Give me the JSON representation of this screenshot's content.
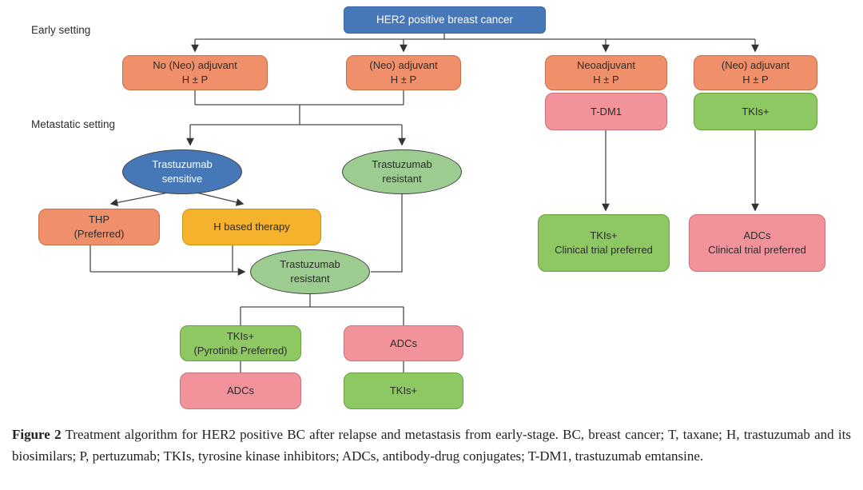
{
  "figure": {
    "labels": {
      "early": "Early setting",
      "metastatic": "Metastatic setting"
    },
    "nodes": {
      "root": "HER2 positive breast cancer",
      "no_neo_adjuvant": "No (Neo) adjuvant\nH ± P",
      "neo_adjuvant_mid": "(Neo) adjuvant\nH ± P",
      "neoadjuvant": "Neoadjuvant\nH ± P",
      "neo_adjuvant_right": "(Neo) adjuvant\nH ± P",
      "tdm1": "T-DM1",
      "tkis_top": "TKIs+",
      "trastuzumab_sensitive": "Trastuzumab\nsensitive",
      "trastuzumab_resistant_right": "Trastuzumab\nresistant",
      "thp_preferred": "THP\n(Preferred)",
      "h_based_therapy": "H based therapy",
      "trastuzumab_resistant_center": "Trastuzumab\nresistant",
      "tkis_pyrotinib": "TKIs+\n(Pyrotinib Preferred)",
      "adcs_under_tkis": "ADCs",
      "adcs_mid": "ADCs",
      "tkis_under_adcs": "TKIs+",
      "tkis_clinical_trial": "TKIs+\nClinical trial preferred",
      "adcs_clinical_trial": "ADCs\nClinical trial preferred"
    },
    "colors": {
      "blue": "#4678B8",
      "orange": "#F0906B",
      "pink": "#F2939B",
      "green": "#8EC863",
      "light_green_ellipse": "#9DCC90",
      "yellow": "#F5B22C",
      "line": "#4a4a4a"
    },
    "caption": {
      "label": "Figure 2",
      "text": " Treatment algorithm for HER2 positive BC after relapse and metastasis from early-stage. BC, breast cancer; T, taxane; H, trastuzumab and its biosimilars; P, pertuzumab; TKIs, tyrosine kinase inhibitors; ADCs, antibody-drug conjugates; T-DM1, trastuzumab emtansine."
    }
  }
}
